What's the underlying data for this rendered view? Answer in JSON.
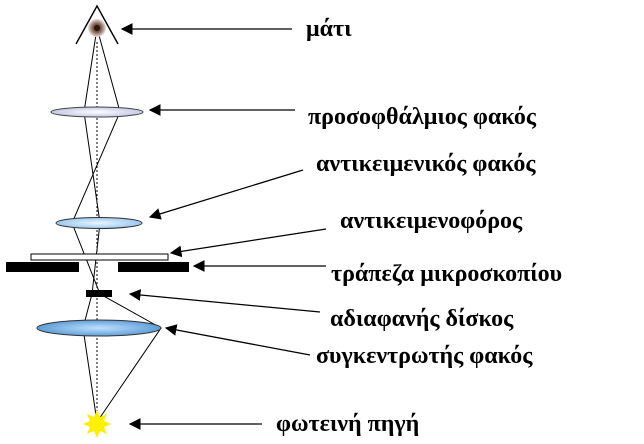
{
  "labels": {
    "eye": "μάτι",
    "eyepiece": "προσοφθάλμιος φακός",
    "objective": "αντικειμενικός φακός",
    "slide": "αντικειμενοφόρος",
    "stage": "τράπεζα μικροσκοπίου",
    "opaque_disk": "αδιαφανής δίσκος",
    "condenser": "συγκεντρωτής φακός",
    "light_source": "φωτεινή πηγή"
  },
  "colors": {
    "lens_fill": "#d8dcef",
    "lens_blue": "#a8d0f0",
    "condenser_fill": "#7fb6e8",
    "light_source": "#ffee00",
    "eye_pupil": "#6b4a3a"
  }
}
